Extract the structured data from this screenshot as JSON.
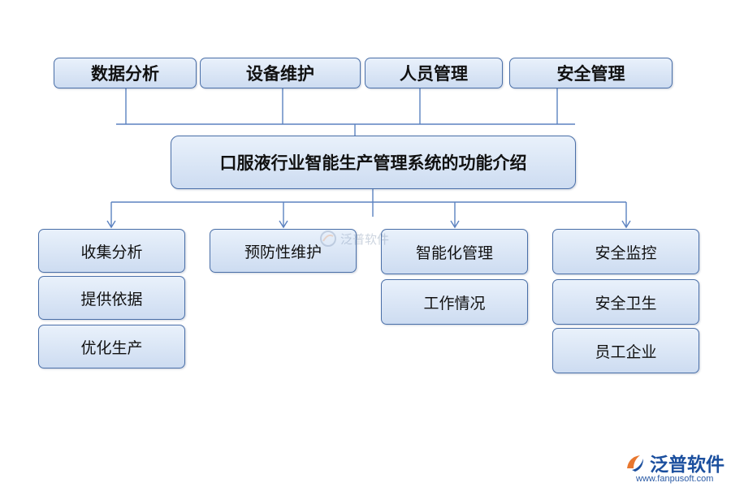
{
  "top_categories": [
    "数据分析",
    "设备维护",
    "人员管理",
    "安全管理"
  ],
  "center_title": "口服液行业智能生产管理系统的功能介绍",
  "branches": [
    {
      "items": [
        "收集分析",
        "提供依据",
        "优化生产"
      ]
    },
    {
      "items": [
        "预防性维护"
      ]
    },
    {
      "items": [
        "智能化管理",
        "工作情况"
      ]
    },
    {
      "items": [
        "安全监控",
        "安全卫生",
        "员工企业"
      ]
    }
  ],
  "watermark": {
    "center_text": "泛普软件"
  },
  "logo": {
    "name": "泛普软件",
    "url": "www.fanpusoft.com"
  },
  "colors": {
    "box_border": "#4a6fa8",
    "box_fill_top": "#e9f1fb",
    "box_fill_bottom": "#cddcf1",
    "connector": "#5b82c0",
    "logo_blue": "#1b4f9e",
    "logo_orange": "#e8772e"
  }
}
